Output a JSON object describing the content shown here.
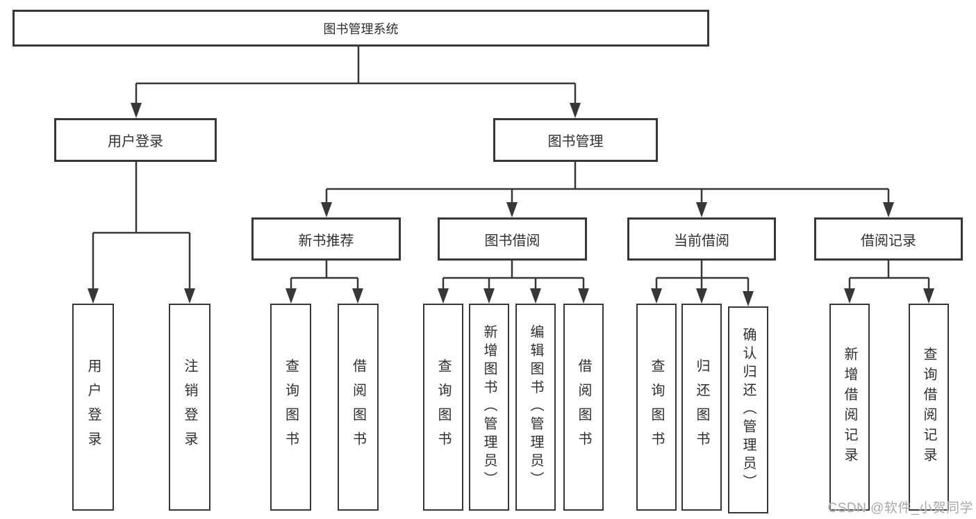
{
  "diagram": {
    "root": {
      "label": "图书管理系统"
    },
    "level2": [
      {
        "label": "用户登录"
      },
      {
        "label": "图书管理"
      }
    ],
    "level3": [
      {
        "label": "新书推荐"
      },
      {
        "label": "图书借阅"
      },
      {
        "label": "当前借阅"
      },
      {
        "label": "借阅记录"
      }
    ],
    "leaves": {
      "user_login": [
        "用户登录",
        "注销登录"
      ],
      "new_book": [
        "查询图书",
        "借阅图书"
      ],
      "book_borrow": [
        "查询图书",
        "新增图书（管理员）",
        "编辑图书（管理员）",
        "借阅图书"
      ],
      "current_borrow": [
        "查询图书",
        "归还图书",
        "确认归还（管理员）"
      ],
      "borrow_records": [
        "新增借阅记录",
        "查询借阅记录"
      ]
    }
  },
  "watermark": {
    "text": "CSDN @软件_小贺同学"
  },
  "colors": {
    "line": "#373737",
    "text": "#2f2f2f",
    "watermark": "#a8a8a8",
    "background": "#ffffff"
  }
}
